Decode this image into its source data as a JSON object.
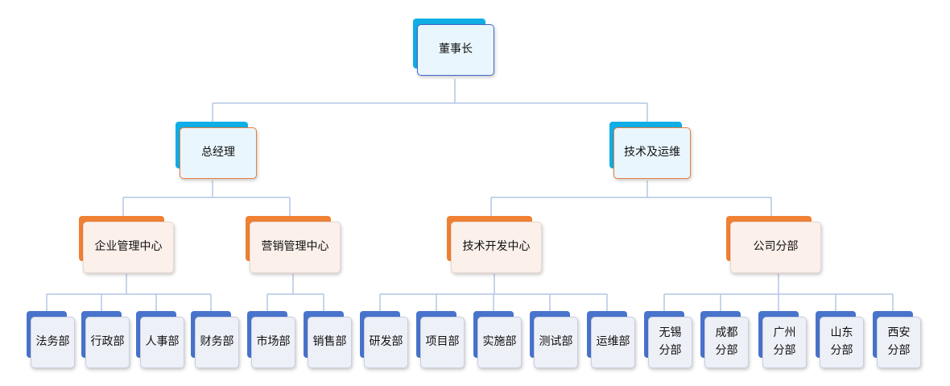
{
  "colors": {
    "line": "#b4c6e4",
    "cyan_back": "#10aee6",
    "cyan_front_bg": "#e9f6fd",
    "blue_border": "#4466cc",
    "orange_back": "#f08033",
    "orange_front_bg": "#fdf0e8",
    "orange_border": "#e87d3e",
    "pale_front_bg": "#fbf0ea",
    "leaf_back": "#4874cc",
    "leaf_front_bg": "#eef0f8",
    "leaf_border": "#c8cfe0"
  },
  "nodes": {
    "chairman": "董事长",
    "gm": "总经理",
    "tech_ops": "技术及运维",
    "enterprise_mgmt": "企业管理中心",
    "marketing_mgmt": "营销管理中心",
    "tech_dev": "技术开发中心",
    "branches": "公司分部",
    "legal": "法务部",
    "admin": "行政部",
    "hr": "人事部",
    "finance": "财务部",
    "market": "市场部",
    "sales": "销售部",
    "rnd": "研发部",
    "project": "项目部",
    "implementation": "实施部",
    "testing": "测试部",
    "ops": "运维部",
    "wuxi": "无锡\n分部",
    "chengdu": "成都\n分部",
    "guangzhou": "广州\n分部",
    "shandong": "山东\n分部",
    "xian": "西安\n分部"
  }
}
